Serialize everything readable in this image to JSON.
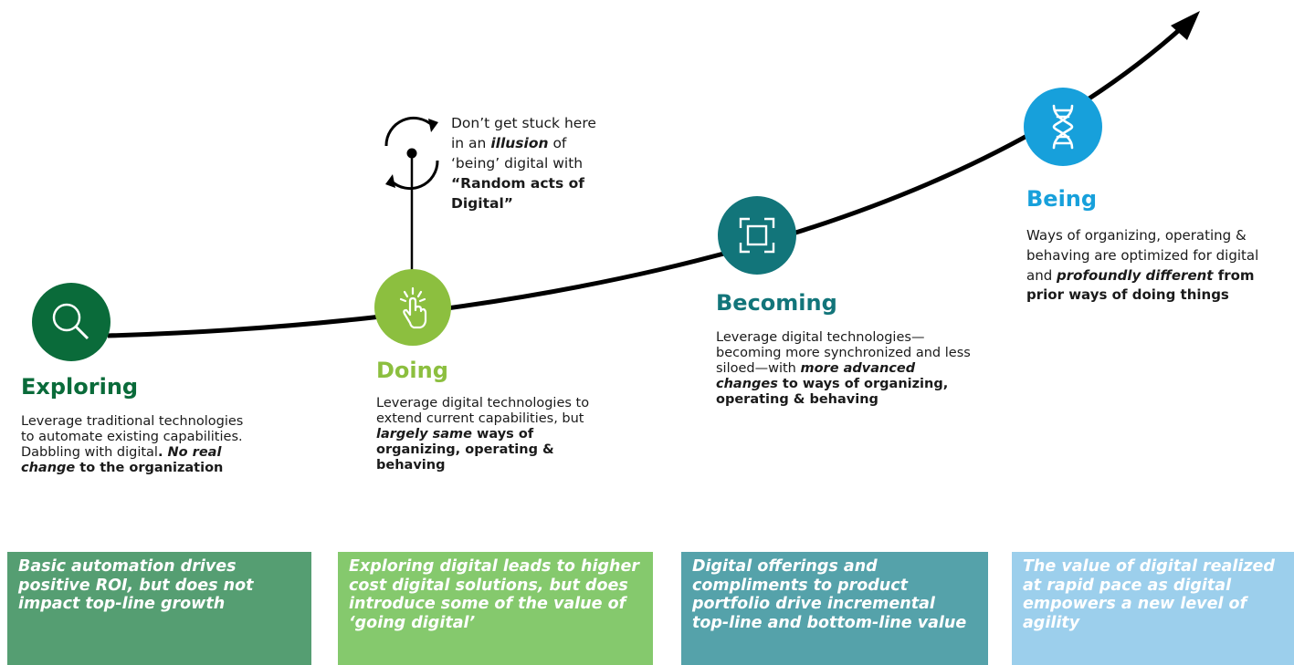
{
  "stages": {
    "exploring": {
      "title": "Exploring",
      "color": "#0a6b3a",
      "icon": "magnifier-icon",
      "desc_plain": "Leverage traditional technologies to automate existing capabilities. Dabbling with digital",
      "desc_bold_1": ". ",
      "desc_bold_italic": "No real change",
      "desc_bold_2": " to the organization"
    },
    "doing": {
      "title": "Doing",
      "color": "#8cbf3f",
      "icon": "tap-hand-icon",
      "desc_plain": "Leverage digital technologies to extend current capabilities, but ",
      "desc_bold_italic": "largely same",
      "desc_bold": " ways of organizing, operating & behaving"
    },
    "becoming": {
      "title": "Becoming",
      "color": "#12757a",
      "icon": "focus-frame-icon",
      "desc_plain": "Leverage digital technologies—becoming more synchronized and less siloed—with ",
      "desc_bold_italic": "more advanced changes",
      "desc_bold": " to ways of organizing, operating & behaving"
    },
    "being": {
      "title": "Being",
      "color": "#17a0db",
      "icon": "dna-icon",
      "desc_plain": "Ways of organizing, operating & behaving are optimized for digital and ",
      "desc_bold_italic": "profoundly different",
      "desc_bold": " from prior ways of doing things"
    }
  },
  "callout": {
    "icon": "refresh-cycle-icon",
    "text_1": "Don’t get stuck here in an ",
    "text_bold_italic": "illusion",
    "text_2": " of ‘being’ digital with ",
    "text_bold": "“Random acts of Digital”"
  },
  "value_boxes": [
    {
      "text": "Basic automation drives positive ROI, but does not impact top-line growth",
      "color": "#559e72"
    },
    {
      "text": "Exploring digital leads to higher cost digital solutions, but does introduce some of the value of ‘going digital’",
      "color": "#85c96d"
    },
    {
      "text": "Digital offerings and compliments to product portfolio drive incremental top-line and bottom-line value",
      "color": "#55a2aa"
    },
    {
      "text": "The value of digital realized at rapid pace as digital empowers a new level of agility",
      "color": "#9ccfec"
    }
  ]
}
